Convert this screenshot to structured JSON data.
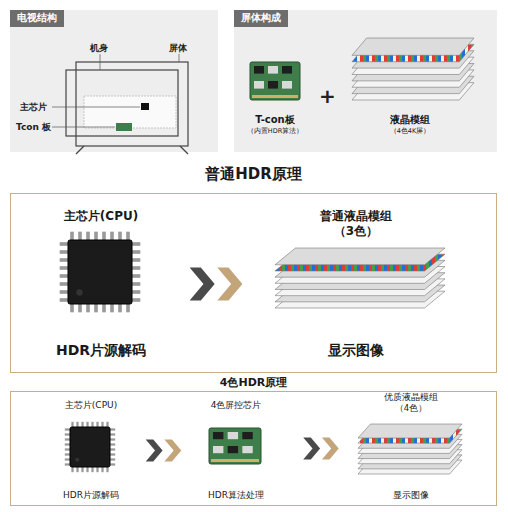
{
  "diagram": {
    "nodes": [
      {
        "text": [
          "电视结构"
        ]
      },
      {
        "text": [
          "屏体构成"
        ]
      },
      {
        "text": [
          "T-con板",
          "（内置HDR算法）"
        ],
        "in": 1
      },
      {
        "text": [
          "液晶模组",
          "（4色4K屏）"
        ],
        "in": 1
      },
      {
        "text": [
          "普通HDR原理"
        ]
      },
      {
        "text": [
          "主芯片(CPU)",
          "HDR片源解码"
        ],
        "in": 4
      },
      {
        "text": [
          "普通液晶模组 （3色）",
          "显示图像"
        ],
        "in": 4
      },
      {
        "text": [
          "4色HDR原理"
        ]
      },
      {
        "text": [
          "主芯片(CPU)",
          "HDR片源解码"
        ],
        "in": 7
      },
      {
        "text": [
          "4色屏控芯片",
          "HDR算法处理"
        ],
        "in": 7
      },
      {
        "text": [
          "优质液晶模组 （4色）",
          "显示图像"
        ],
        "in": 7
      }
    ],
    "edges": [
      {
        "from": 5,
        "to": 6,
        "arrow": "to"
      },
      {
        "from": 8,
        "to": 9,
        "arrow": "to"
      },
      {
        "from": 9,
        "to": 10,
        "arrow": "to"
      }
    ],
    "labels": [
      "机身",
      "屏体",
      "主芯片",
      "Tcon 板",
      "+"
    ]
  }
}
